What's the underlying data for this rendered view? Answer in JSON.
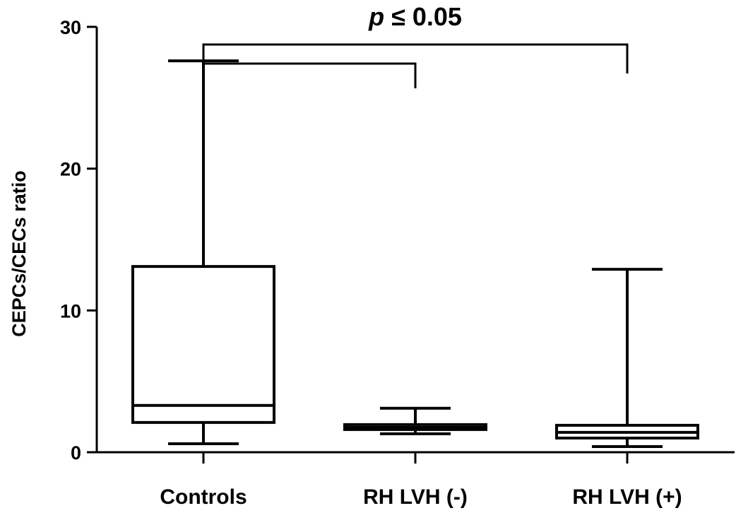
{
  "chart_data": {
    "type": "box",
    "title": "",
    "xlabel": "",
    "ylabel": "CEPCs/CECs ratio",
    "ylim": [
      0,
      30
    ],
    "yticks": [
      "0",
      "10",
      "20",
      "30"
    ],
    "ytick_values": [
      0,
      10,
      20,
      30
    ],
    "categories": [
      "Controls",
      "RH LVH (-)",
      "RH LVH (+)"
    ],
    "boxes": [
      {
        "category": "Controls",
        "min": 0.6,
        "q1": 2.1,
        "median": 3.3,
        "q3": 13.1,
        "max": 27.6
      },
      {
        "category": "RH LVH (-)",
        "min": 1.3,
        "q1": 1.6,
        "median": 1.75,
        "q3": 1.95,
        "max": 3.1
      },
      {
        "category": "RH LVH (+)",
        "min": 0.4,
        "q1": 1.0,
        "median": 1.4,
        "q3": 1.9,
        "max": 12.9
      }
    ],
    "significance": {
      "label_italic": "p",
      "label_rest": " ≤ 0.05",
      "comparisons": [
        {
          "from": "Controls",
          "to": "RH LVH (-)"
        },
        {
          "from": "Controls",
          "to": "RH LVH (+)"
        }
      ]
    },
    "grid": false,
    "legend": "none",
    "colors": {
      "stroke": "#000000",
      "background": "#ffffff"
    }
  }
}
